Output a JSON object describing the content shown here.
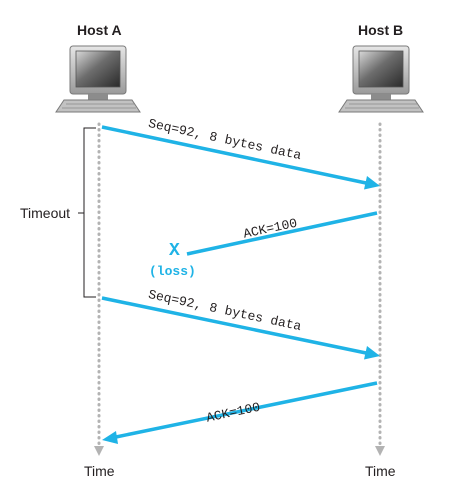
{
  "hosts": {
    "a_label": "Host A",
    "b_label": "Host B"
  },
  "time_labels": {
    "a": "Time",
    "b": "Time"
  },
  "timeout_label": "Timeout",
  "messages": {
    "seq1": "Seq=92, 8 bytes data",
    "ack1": "ACK=100",
    "seq2": "Seq=92, 8 bytes data",
    "ack2": "ACK=100"
  },
  "loss": {
    "mark": "X",
    "label": "(loss)"
  },
  "colors": {
    "arrow": "#1fb3e6",
    "timeline": "#b3b3b3",
    "text": "#231f20"
  },
  "icons": {
    "host": "computer-icon"
  }
}
